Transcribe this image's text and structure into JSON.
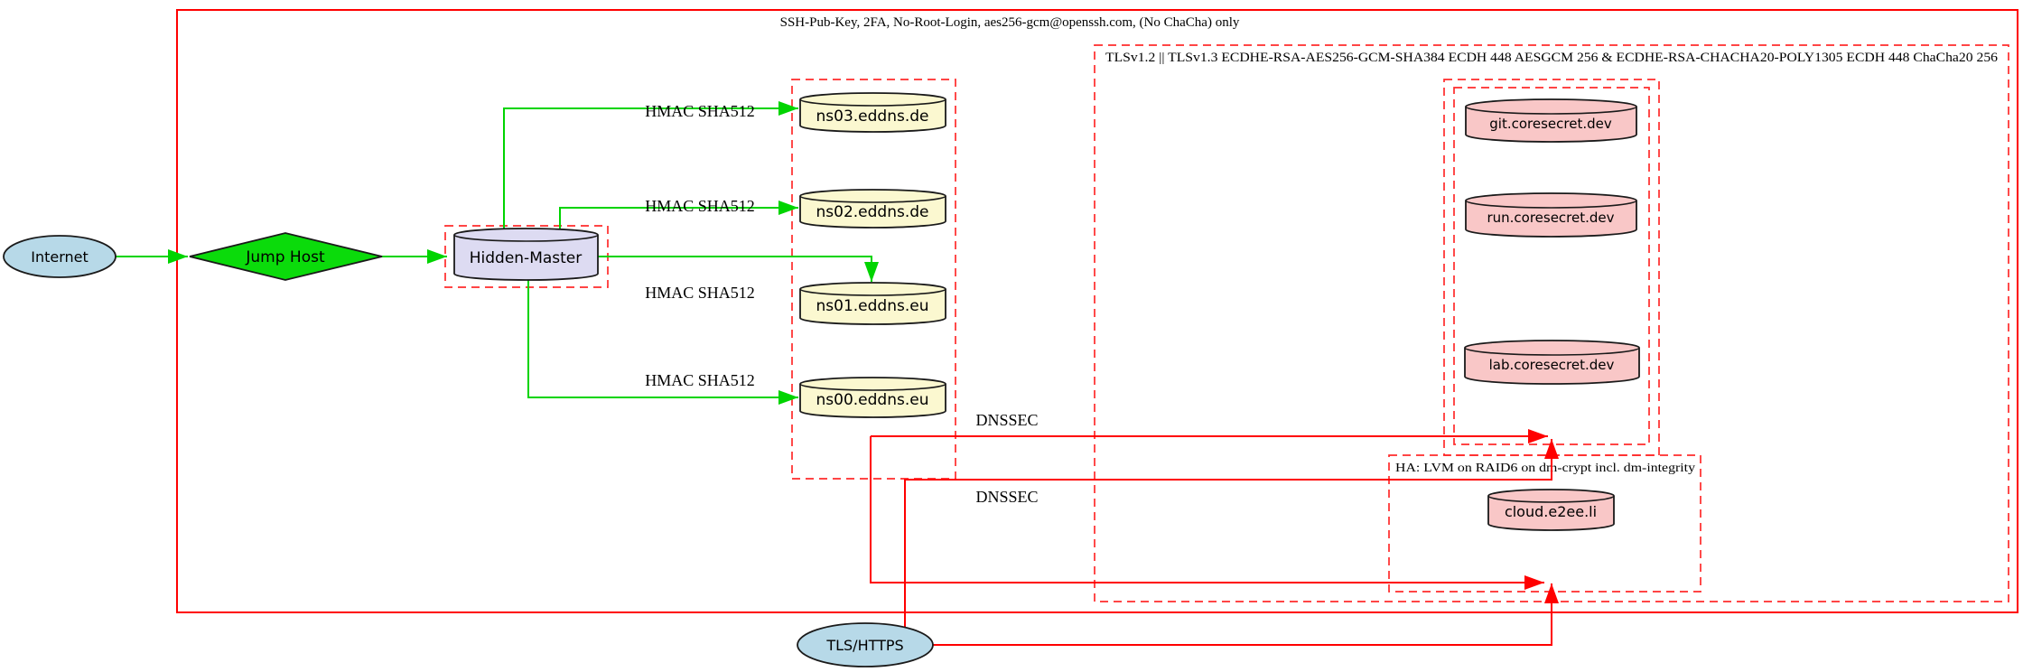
{
  "graph": {
    "outer_label": "SSH-Pub-Key, 2FA, No-Root-Login, aes256-gcm@openssh.com, (No ChaCha) only",
    "tls_cluster_label": "TLSv1.2 || TLSv1.3 ECDHE-RSA-AES256-GCM-SHA384 ECDH 448 AESGCM 256 & ECDHE-RSA-CHACHA20-POLY1305 ECDH 448 ChaCha20 256",
    "ha_cluster_label": "HA: LVM on RAID6 on dm-crypt incl. dm-integrity",
    "nodes": {
      "internet": {
        "label": "Internet",
        "shape": "ellipse"
      },
      "jump_host": {
        "label": "Jump Host",
        "shape": "diamond"
      },
      "hidden_master": {
        "label": "Hidden-Master",
        "shape": "cylinder"
      },
      "ns03": {
        "label": "ns03.eddns.de",
        "shape": "cylinder"
      },
      "ns02": {
        "label": "ns02.eddns.de",
        "shape": "cylinder"
      },
      "ns01": {
        "label": "ns01.eddns.eu",
        "shape": "cylinder"
      },
      "ns00": {
        "label": "ns00.eddns.eu",
        "shape": "cylinder"
      },
      "git": {
        "label": "git.coresecret.dev",
        "shape": "cylinder"
      },
      "run": {
        "label": "run.coresecret.dev",
        "shape": "cylinder"
      },
      "lab": {
        "label": "lab.coresecret.dev",
        "shape": "cylinder"
      },
      "cloud": {
        "label": "cloud.e2ee.li",
        "shape": "cylinder"
      },
      "tls_https": {
        "label": "TLS/HTTPS",
        "shape": "ellipse"
      }
    },
    "edge_labels": {
      "hmac": [
        "HMAC SHA512",
        "HMAC SHA512",
        "HMAC SHA512",
        "HMAC SHA512"
      ],
      "dnssec": [
        "DNSSEC",
        "DNSSEC"
      ]
    },
    "colors": {
      "outer_border": "#ff0000",
      "cluster_border": "#ff2b2b",
      "edge_green": "#00d400",
      "edge_red": "#ff0000",
      "fill_blue": "#b7d9e8",
      "fill_yellow": "#fbf8d0",
      "fill_pink": "#f9c7c7",
      "fill_lavender": "#dddbf2",
      "fill_diamond": "#0bdb0b"
    }
  }
}
